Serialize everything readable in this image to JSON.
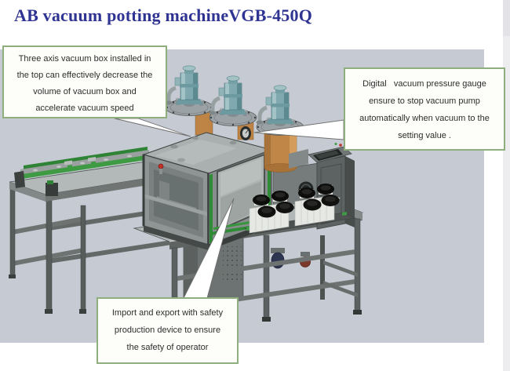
{
  "title": "AB vacuum potting machineVGB-450Q",
  "callouts": {
    "three_axis": {
      "lines": [
        "Three axis vacuum box installed in",
        "the top can effectively decrease the",
        "volume of vacuum box and",
        "accelerate vacuum speed"
      ]
    },
    "gauge": {
      "lines": [
        "Digital   vacuum pressure gauge",
        "ensure to stop vacuum pump",
        "automatically when vacuum to the",
        "setting value ."
      ]
    },
    "safety": {
      "lines": [
        "Import and export with safety",
        "production device to ensure",
        "the safety of operator"
      ]
    }
  },
  "colors": {
    "title_text": "#2f3493",
    "figure_panel_bg": "#c6cbd3",
    "callout_border": "#8fae7e",
    "callout_bg": "#fdfdfa",
    "callout_text": "#2d2d2d",
    "motor_teal": "#7fa9ae",
    "tank_orange": "#c08647",
    "accent_green": "#3f9a44",
    "frame_gray": "#5b6060",
    "tabletop_gray": "#b2b8b7",
    "bucket_white": "#e6e8e4",
    "bucket_lid_black": "#0d0d0c",
    "page_edge_strip": "#ededf0"
  }
}
